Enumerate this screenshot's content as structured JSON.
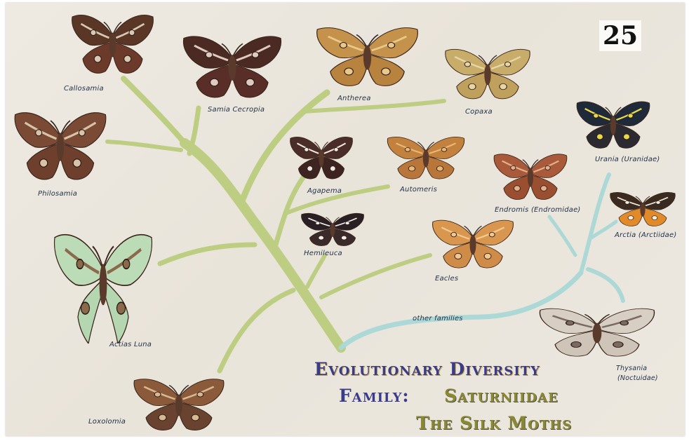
{
  "plate_number": "25",
  "title": {
    "line1": "Evolutionary Diversity",
    "line2_prefix": "Family:",
    "line2_name": "Saturniidae",
    "line3": "The Silk Moths"
  },
  "labels": {
    "callosamia": "Callosamia",
    "samia": "Samia Cecropia",
    "antherea": "Antherea",
    "copaxa": "Copaxa",
    "philosamia": "Philosamia",
    "agapema": "Agapema",
    "automeris": "Automeris",
    "endromis": "Endromis (Endromidae)",
    "urania": "Urania (Uranidae)",
    "arctia": "Arctia (Arctiidae)",
    "hemileuca": "Hemileuca",
    "eacles": "Eacles",
    "actias": "Actias Luna",
    "other_families": "other families",
    "thysania_1": "Thysania",
    "thysania_2": "(Noctuidae)",
    "loxolomia": "Loxolomia"
  },
  "colors": {
    "paper": "#ece8df",
    "saturniid_branch": "#b9cc7a",
    "other_branch": "#a9d8d6",
    "title_blue": "#3a3c8a",
    "title_olive": "#8a8830",
    "label_ink": "#24324a"
  },
  "moths": [
    {
      "name": "callosamia-moth",
      "fore": "#5a3626",
      "hind": "#6b3a2a",
      "band": "#d8c9b4"
    },
    {
      "name": "samia-cecropia-moth",
      "fore": "#4a2a22",
      "hind": "#5a2e28",
      "band": "#e0c9c0"
    },
    {
      "name": "antherea-moth",
      "fore": "#c4924a",
      "hind": "#b8833e",
      "band": "#e8c98a"
    },
    {
      "name": "copaxa-moth",
      "fore": "#c8ad6a",
      "hind": "#bfa05c",
      "band": "#e6d6a6"
    },
    {
      "name": "philosamia-moth",
      "fore": "#7a4a34",
      "hind": "#6e3f2c",
      "band": "#d8c2a8"
    },
    {
      "name": "agapema-moth",
      "fore": "#4a2c28",
      "hind": "#3e2420",
      "band": "#f0e8e0"
    },
    {
      "name": "automeris-moth",
      "fore": "#c2823e",
      "hind": "#b8763a",
      "band": "#e8b878"
    },
    {
      "name": "endromis-moth",
      "fore": "#a85a3a",
      "hind": "#9a5030",
      "band": "#e2b08a"
    },
    {
      "name": "urania-moth",
      "fore": "#1e2a3a",
      "hind": "#2a2a30",
      "band": "#e8d84a"
    },
    {
      "name": "arctia-moth",
      "fore": "#3a2a20",
      "hind": "#e08a2a",
      "band": "#f2eadc"
    },
    {
      "name": "hemileuca-moth",
      "fore": "#2a2024",
      "hind": "#3a2a2a",
      "band": "#f4eee8"
    },
    {
      "name": "eacles-moth",
      "fore": "#d8964e",
      "hind": "#cf8c48",
      "band": "#f0c890"
    },
    {
      "name": "actias-luna-moth",
      "fore": "#bcdcb8",
      "hind": "#b4d6b0",
      "band": "#8a6a4a"
    },
    {
      "name": "thysania-moth",
      "fore": "#d8cfc4",
      "hind": "#cfc4b8",
      "band": "#7a6a60"
    },
    {
      "name": "loxolomia-moth",
      "fore": "#8a5a3a",
      "hind": "#6a4230",
      "band": "#d8b890"
    }
  ]
}
